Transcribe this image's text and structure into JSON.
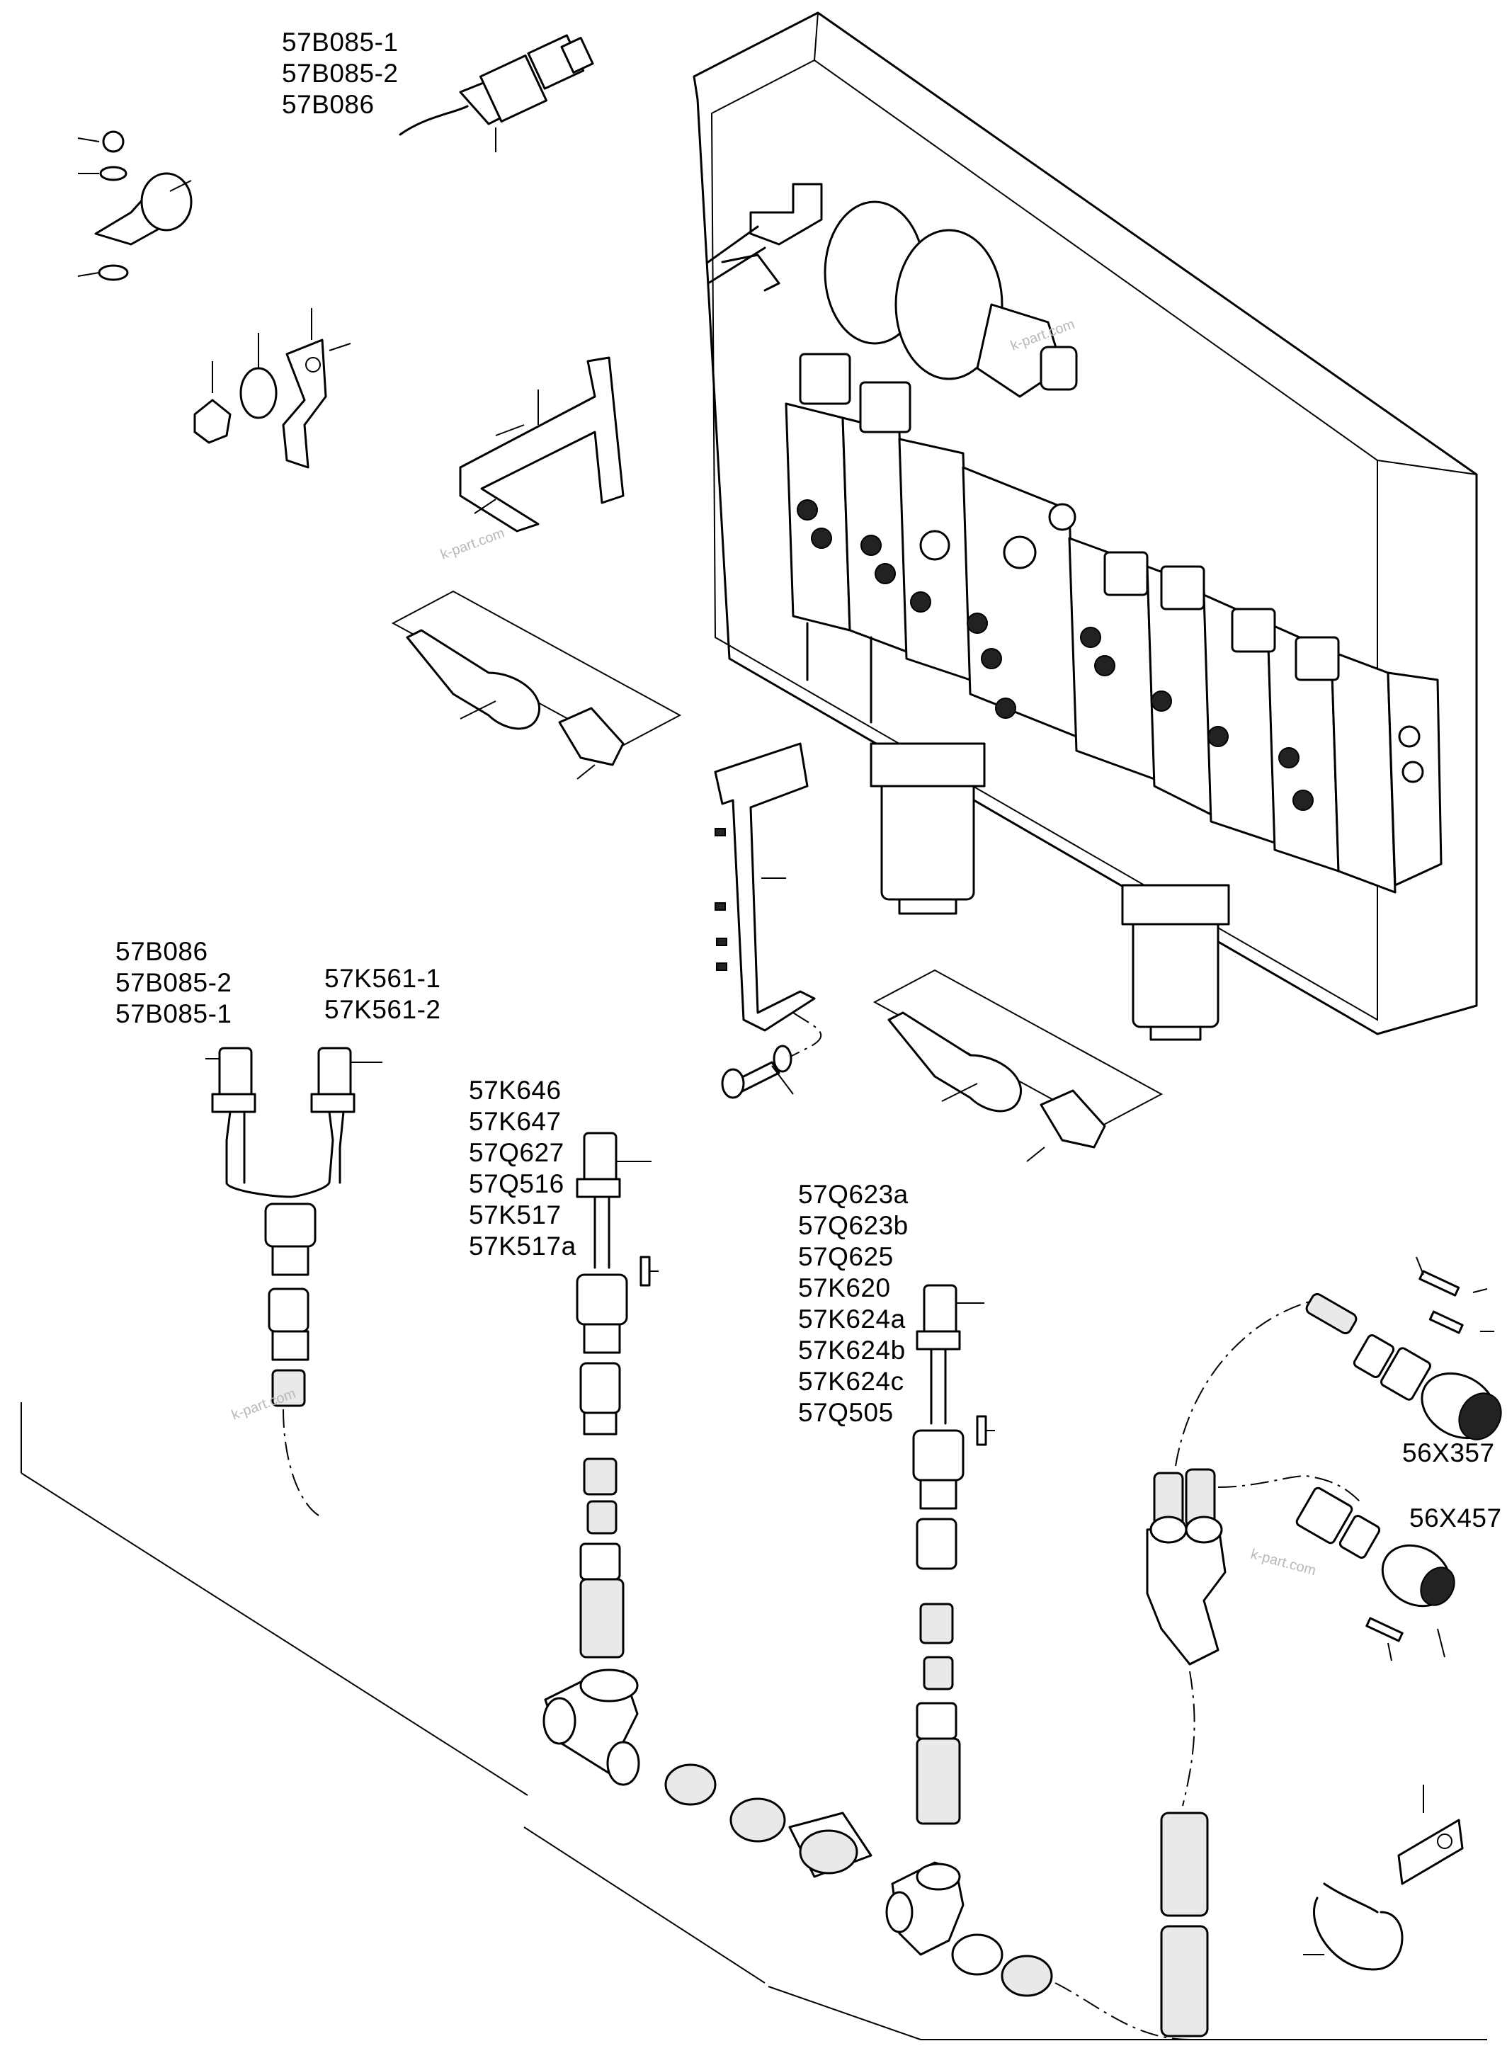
{
  "labels": {
    "top_sensor": [
      "57B085-1",
      "57B085-2",
      "57B086"
    ],
    "left_sensor": [
      "57B086",
      "57B085-2",
      "57B085-1"
    ],
    "left_valve": [
      "57K561-1",
      "57K561-2"
    ],
    "mid_group": [
      "57K646",
      "57K647",
      "57Q627",
      "57Q516",
      "57K517",
      "57K517a"
    ],
    "right_group": [
      "57Q623a",
      "57Q623b",
      "57Q625",
      "57K620",
      "57K624a",
      "57K624b",
      "57K624c",
      "57Q505"
    ],
    "conn_top": "56X357",
    "conn_bottom": "56X457"
  },
  "watermark": "k-part.com"
}
